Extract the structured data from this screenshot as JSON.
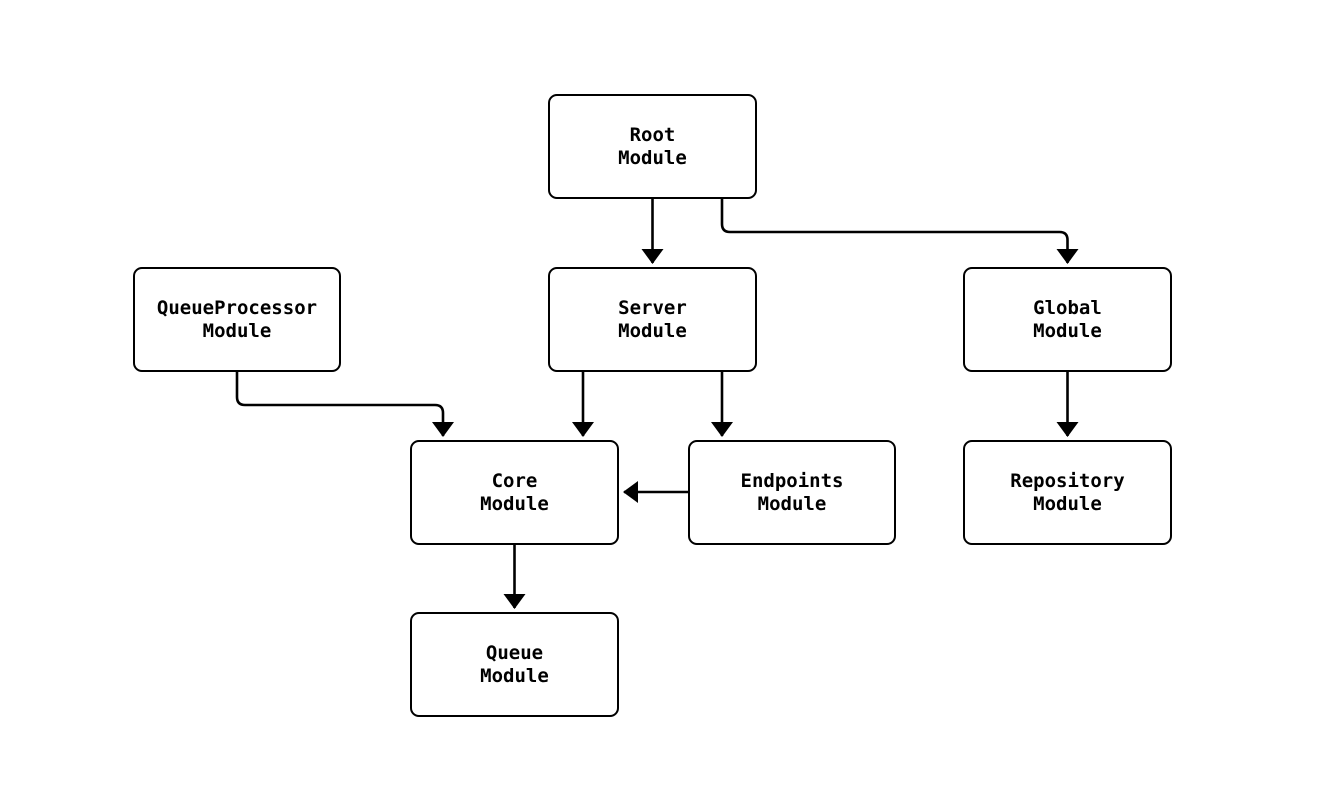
{
  "diagram": {
    "type": "module-dependency-flowchart",
    "background_color": "#ffffff",
    "node_fill_color": "#ffffff",
    "stroke_color": "#000000",
    "text_color": "#000000",
    "nodes": [
      {
        "id": "root",
        "line1": "Root",
        "line2": "Module"
      },
      {
        "id": "queueprocessor",
        "line1": "QueueProcessor",
        "line2": "Module"
      },
      {
        "id": "server",
        "line1": "Server",
        "line2": "Module"
      },
      {
        "id": "global",
        "line1": "Global",
        "line2": "Module"
      },
      {
        "id": "core",
        "line1": "Core",
        "line2": "Module"
      },
      {
        "id": "endpoints",
        "line1": "Endpoints",
        "line2": "Module"
      },
      {
        "id": "repository",
        "line1": "Repository",
        "line2": "Module"
      },
      {
        "id": "queue",
        "line1": "Queue",
        "line2": "Module"
      }
    ],
    "edges": [
      {
        "from": "Root Module",
        "to": "Server Module"
      },
      {
        "from": "Root Module",
        "to": "Global Module"
      },
      {
        "from": "QueueProcessor Module",
        "to": "Core Module"
      },
      {
        "from": "Server Module",
        "to": "Core Module"
      },
      {
        "from": "Server Module",
        "to": "Endpoints Module"
      },
      {
        "from": "Endpoints Module",
        "to": "Core Module"
      },
      {
        "from": "Global Module",
        "to": "Repository Module"
      },
      {
        "from": "Core Module",
        "to": "Queue Module"
      }
    ]
  }
}
